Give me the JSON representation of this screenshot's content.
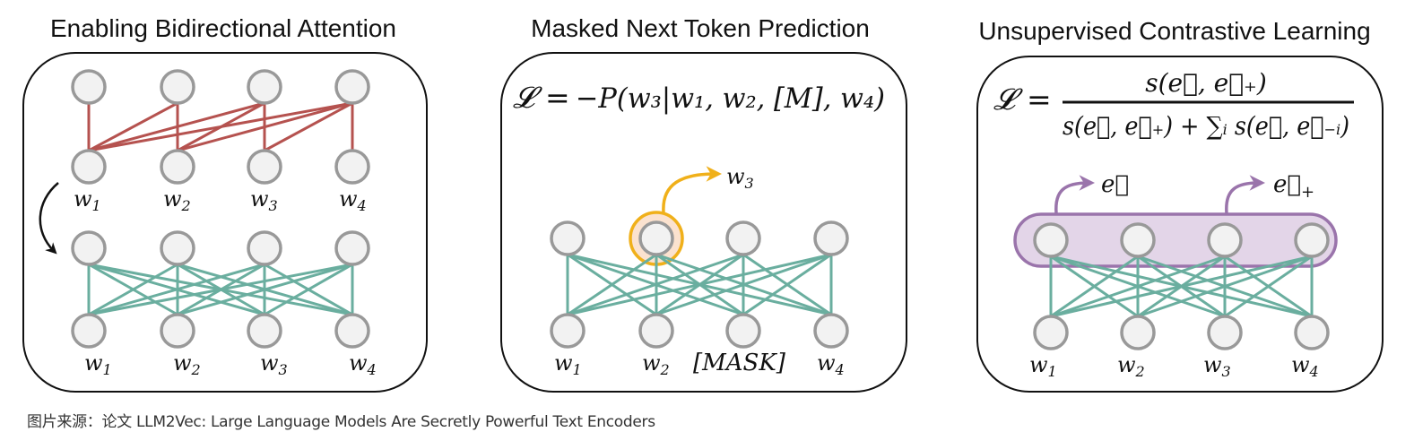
{
  "panels": [
    {
      "title": "Enabling Bidirectional Attention",
      "top_labels": [
        "w",
        "w",
        "w",
        "w"
      ],
      "top_label_subs": [
        "1",
        "2",
        "3",
        "4"
      ],
      "bottom_labels": [
        "w",
        "w",
        "w",
        "w"
      ],
      "bottom_label_subs": [
        "1",
        "2",
        "3",
        "4"
      ]
    },
    {
      "title": "Masked Next Token Prediction",
      "formula": {
        "lhs": "𝓛",
        "eq": "=",
        "rhs": "−P(w₃|w₁, w₂, [M], w₄)"
      },
      "predicted": {
        "label": "w",
        "sub": "3"
      },
      "bottom_labels": [
        "w",
        "w",
        "[MASK]",
        "w"
      ],
      "bottom_label_subs": [
        "1",
        "2",
        "",
        "4"
      ]
    },
    {
      "title": "Unsupervised Contrastive Learning",
      "formula": {
        "lhs": "𝓛",
        "eq": "=",
        "numerator": "s(e⃗, e⃗₊)",
        "denominator": "s(e⃗, e⃗₊) + ∑ᵢ s(e⃗, e⃗₋ᵢ)"
      },
      "outputs": [
        {
          "label": "e⃗",
          "sub": ""
        },
        {
          "label": "e⃗",
          "sub": "+"
        }
      ],
      "bottom_labels": [
        "w",
        "w",
        "w",
        "w"
      ],
      "bottom_label_subs": [
        "1",
        "2",
        "3",
        "4"
      ]
    }
  ],
  "colors": {
    "causal_edge": "#b5524f",
    "bidirectional_edge": "#6aae9f",
    "node_fill": "#f2f2f2",
    "node_stroke": "#999999",
    "highlight_ring": "#f0b01a",
    "highlight_fill": "#fbe2cf",
    "pool_fill": "#e3d5e8",
    "pool_stroke": "#9a74ab"
  },
  "caption": "图片来源：论文 LLM2Vec: Large Language Models Are Secretly Powerful Text Encoders"
}
